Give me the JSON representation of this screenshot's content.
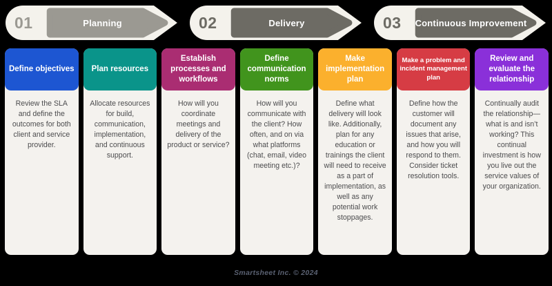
{
  "page": {
    "background": "#000000",
    "banner_bg": "#f4f2ec",
    "footer_credit": "Smartsheet Inc. © 2024"
  },
  "phases": [
    {
      "number": "01",
      "label": "Planning",
      "arrow_color": "#9b9992"
    },
    {
      "number": "02",
      "label": "Delivery",
      "arrow_color": "#6d6b64"
    },
    {
      "number": "03",
      "label": "Continuous Improvement",
      "arrow_color": "#6d6b64"
    }
  ],
  "cards": [
    {
      "title": "Define objectives",
      "color": "#1d56d2",
      "body": "Review the SLA and define the outcomes for both client and service provider."
    },
    {
      "title": "Plan resources",
      "color": "#0a948a",
      "body": "Allocate resources for build, communication, implementation, and continuous support."
    },
    {
      "title": "Establish processes and workflows",
      "color": "#aa2d72",
      "body": "How will you coordinate meetings and delivery of the product or service?"
    },
    {
      "title": "Define communication norms",
      "color": "#41941d",
      "body": "How will you communicate with the client? How often, and on via what platforms (chat, email, video meeting etc.)?"
    },
    {
      "title": "Make implementation plan",
      "color": "#fbb02d",
      "body": "Define what delivery will look like. Additionally, plan for any education or trainings the client will need to receive as a part of implementation, as well as any potential work stoppages."
    },
    {
      "title": "Make a problem and incident management plan",
      "color": "#d63c44",
      "body": "Define how the customer will document any issues that arise, and how you will respond to them. Consider ticket resolution tools."
    },
    {
      "title": "Review and evaluate the relationship",
      "color": "#8a30d9",
      "body": "Continually audit the relationship—what is and isn’t working? This continual investment is how you live out the service values of your organization."
    }
  ]
}
